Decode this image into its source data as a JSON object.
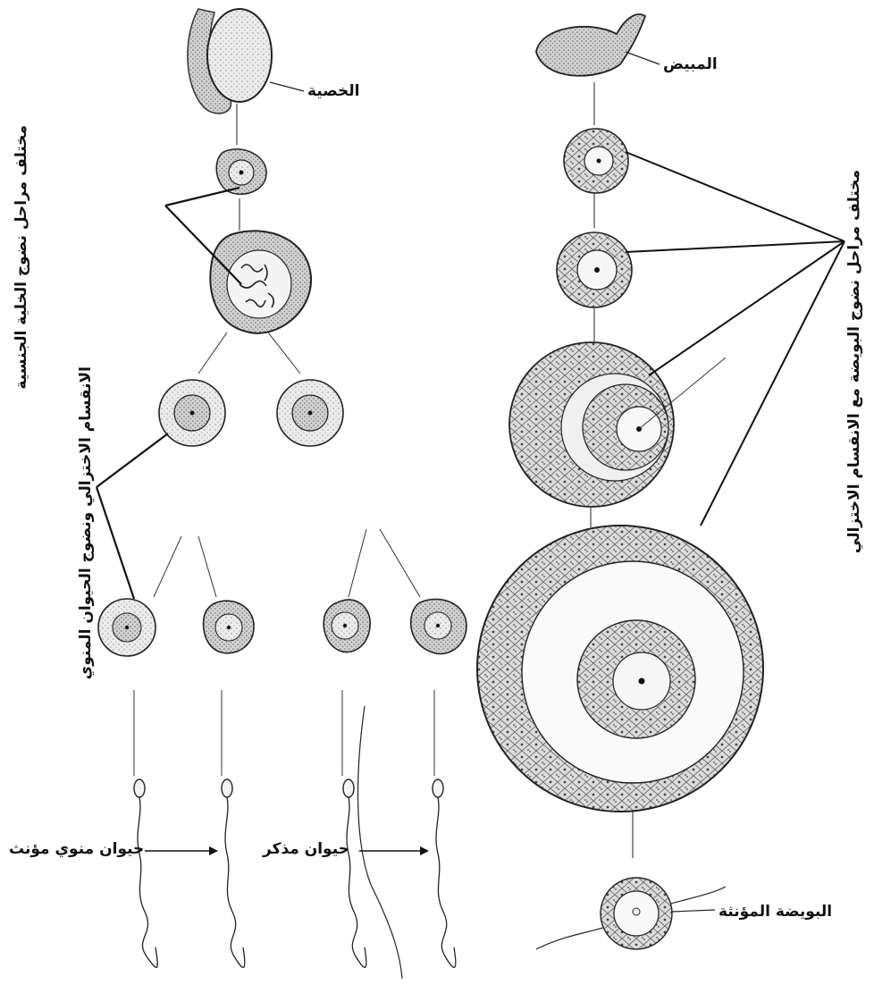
{
  "labels": {
    "testis": "الخصية",
    "ovary": "المبيض",
    "egg": "البويضة المؤنثة",
    "male_sperm": "حيوان مذكر",
    "female_sperm": "حيوان منوي مؤنث",
    "germ_cell_stages": "مختلف مراحل نضوج الخلية الجنسية",
    "sperm_meiosis": "الانقسام الاختزالي ونضوج الحيوان المنوي",
    "egg_meiosis": "مختلف مراحل نضوج البويضة مع الانقسام الاختزالي"
  },
  "colors": {
    "ink": "#1a1a1a",
    "cell_fill": "#e6e6e6",
    "cell_edge": "#333333"
  }
}
